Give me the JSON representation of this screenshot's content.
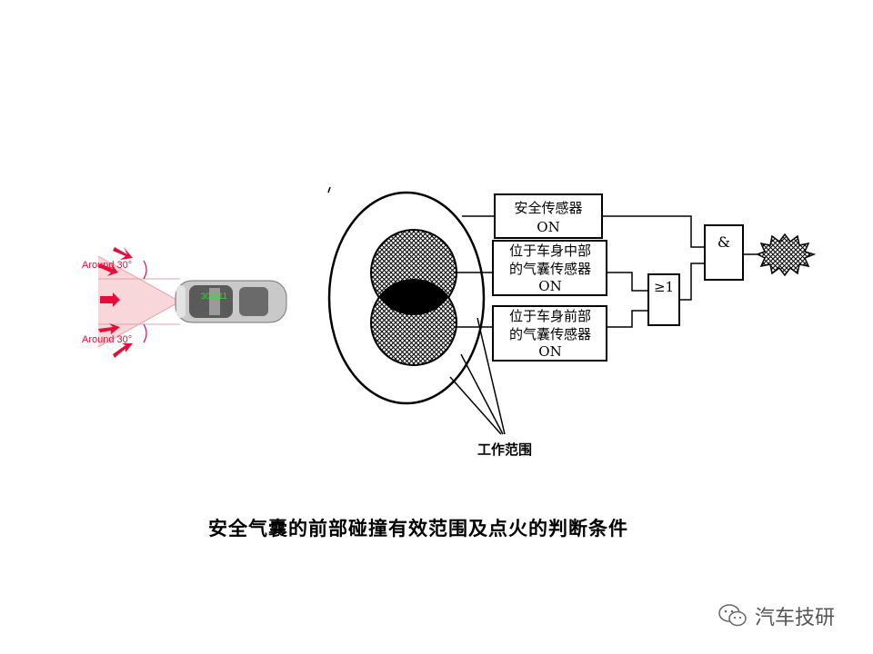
{
  "car_figure": {
    "angle_top": "Around 30°",
    "angle_bottom": "Around 30°",
    "tag": "303111",
    "arrow_color": "#e0103a",
    "cone_color": "#f3c3c6"
  },
  "diagram": {
    "sensor_safety": {
      "name": "安全传感器",
      "state": "ON"
    },
    "sensor_mid": {
      "name_line1": "位于车身中部",
      "name_line2": "的气囊传感器",
      "state": "ON"
    },
    "sensor_front": {
      "name_line1": "位于车身前部",
      "name_line2": "的气囊传感器",
      "state": "ON"
    },
    "or_gate": "≥1",
    "and_gate": "&",
    "range_label": "工作范围"
  },
  "caption": "安全气囊的前部碰撞有效范围及点火的判断条件",
  "watermark": {
    "text": "汽车技研",
    "icon": "wechat-icon"
  }
}
